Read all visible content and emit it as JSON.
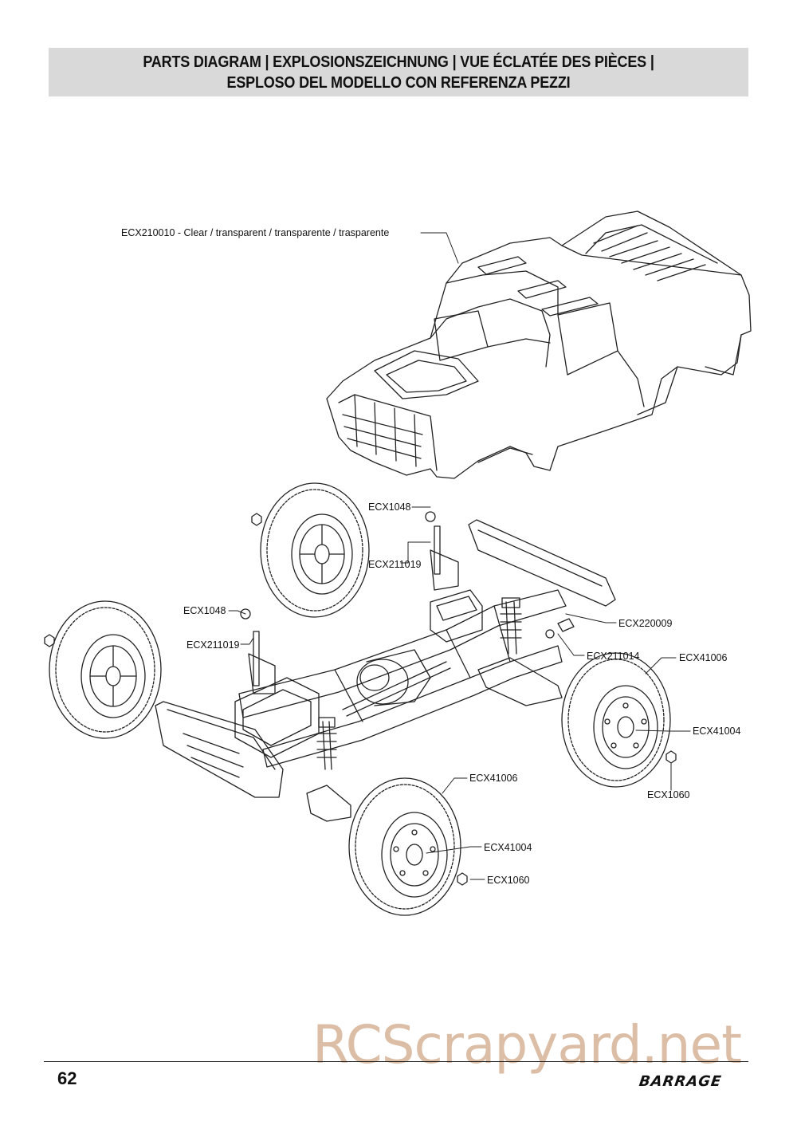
{
  "header": {
    "line1": "PARTS DIAGRAM | EXPLOSIONSZEICHNUNG | VUE ÉCLATÉE DES PIÈCES |",
    "line2": "ESPLOSO DEL MODELLO CON REFERENZA PEZZI"
  },
  "callouts": {
    "body": "ECX210010 - Clear / transparent / transparente / trasparente",
    "rear_body_mount_top": "ECX1048",
    "rear_body_post_top": "ECX211019",
    "front_body_mount_left": "ECX1048",
    "front_body_post_left": "ECX211019",
    "bumper_part": "ECX220009",
    "chassis_part": "ECX211014",
    "tire_right": "ECX41006",
    "wheel_right": "ECX41004",
    "nut_right": "ECX1060",
    "tire_front": "ECX41006",
    "wheel_front": "ECX41004",
    "nut_front": "ECX1060"
  },
  "footer": {
    "page_number": "62",
    "brand": "BARRAGE",
    "watermark": "RCScrapyard.net"
  }
}
